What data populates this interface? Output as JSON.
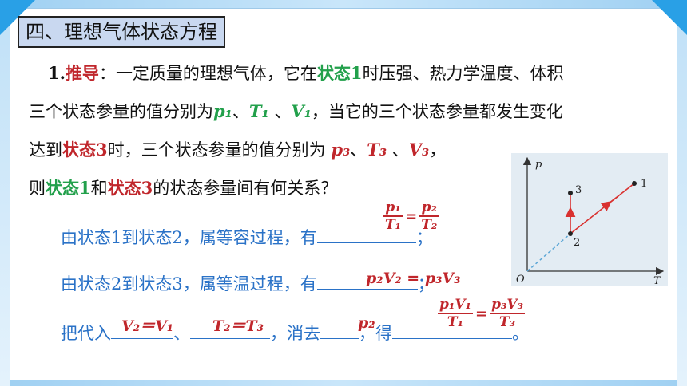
{
  "section_title": "四、理想气体状态方程",
  "para": {
    "num": "1.",
    "label": "推导",
    "colon": "：",
    "l1_a": "一定质量的理想气体，它在",
    "state1": "状态1",
    "l1_b": "时压强、热力学温度、体积",
    "l2_a": "三个状态参量的值分别为",
    "p1": "p₁",
    "sep1": "、",
    "T1": "T₁",
    "sep2": " 、",
    "V1": "V₁",
    "l2_b": "，当它的三个状态参量都发生变化",
    "l3_a": "达到",
    "state3": "状态3",
    "l3_b": "时，三个状态参量的值分别为 ",
    "p3": "p₃",
    "sep3": "、",
    "T3": "T₃",
    "sep4": " 、",
    "V3": "V₃",
    "l3_c": "，",
    "l4_a": "则",
    "l4_state1": "状态1",
    "l4_and": "和",
    "l4_state3": "状态3",
    "l4_b": "的状态参量间有何关系？"
  },
  "step1": {
    "text": "由状态1到状态2，属等容过程，有",
    "end": "；",
    "ans_num_l": "p₁",
    "ans_den_l": "T₁",
    "ans_eq": "=",
    "ans_num_r": "p₂",
    "ans_den_r": "T₂"
  },
  "step2": {
    "text": "由状态2到状态3，属等温过程，有",
    "end": "；",
    "ans": "p₂V₂ = p₃V₃"
  },
  "step3": {
    "t1": "把代入",
    "ans1": "V₂＝V₁",
    "t2": "、",
    "ans2": "T₂＝T₃",
    "t3": "，消去",
    "ans3": "p₂",
    "t4": "，得",
    "end": "。",
    "frac_num_l": "p₁V₁",
    "frac_den_l": "T₁",
    "frac_eq": "=",
    "frac_num_r": "p₃V₃",
    "frac_den_r": "T₃"
  },
  "graph": {
    "y_axis": "p",
    "x_axis": "T",
    "origin": "O",
    "pt1": "1",
    "pt2": "2",
    "pt3": "3",
    "arrow_color": "#d9312f",
    "dashed_color": "#5ba6d6"
  }
}
